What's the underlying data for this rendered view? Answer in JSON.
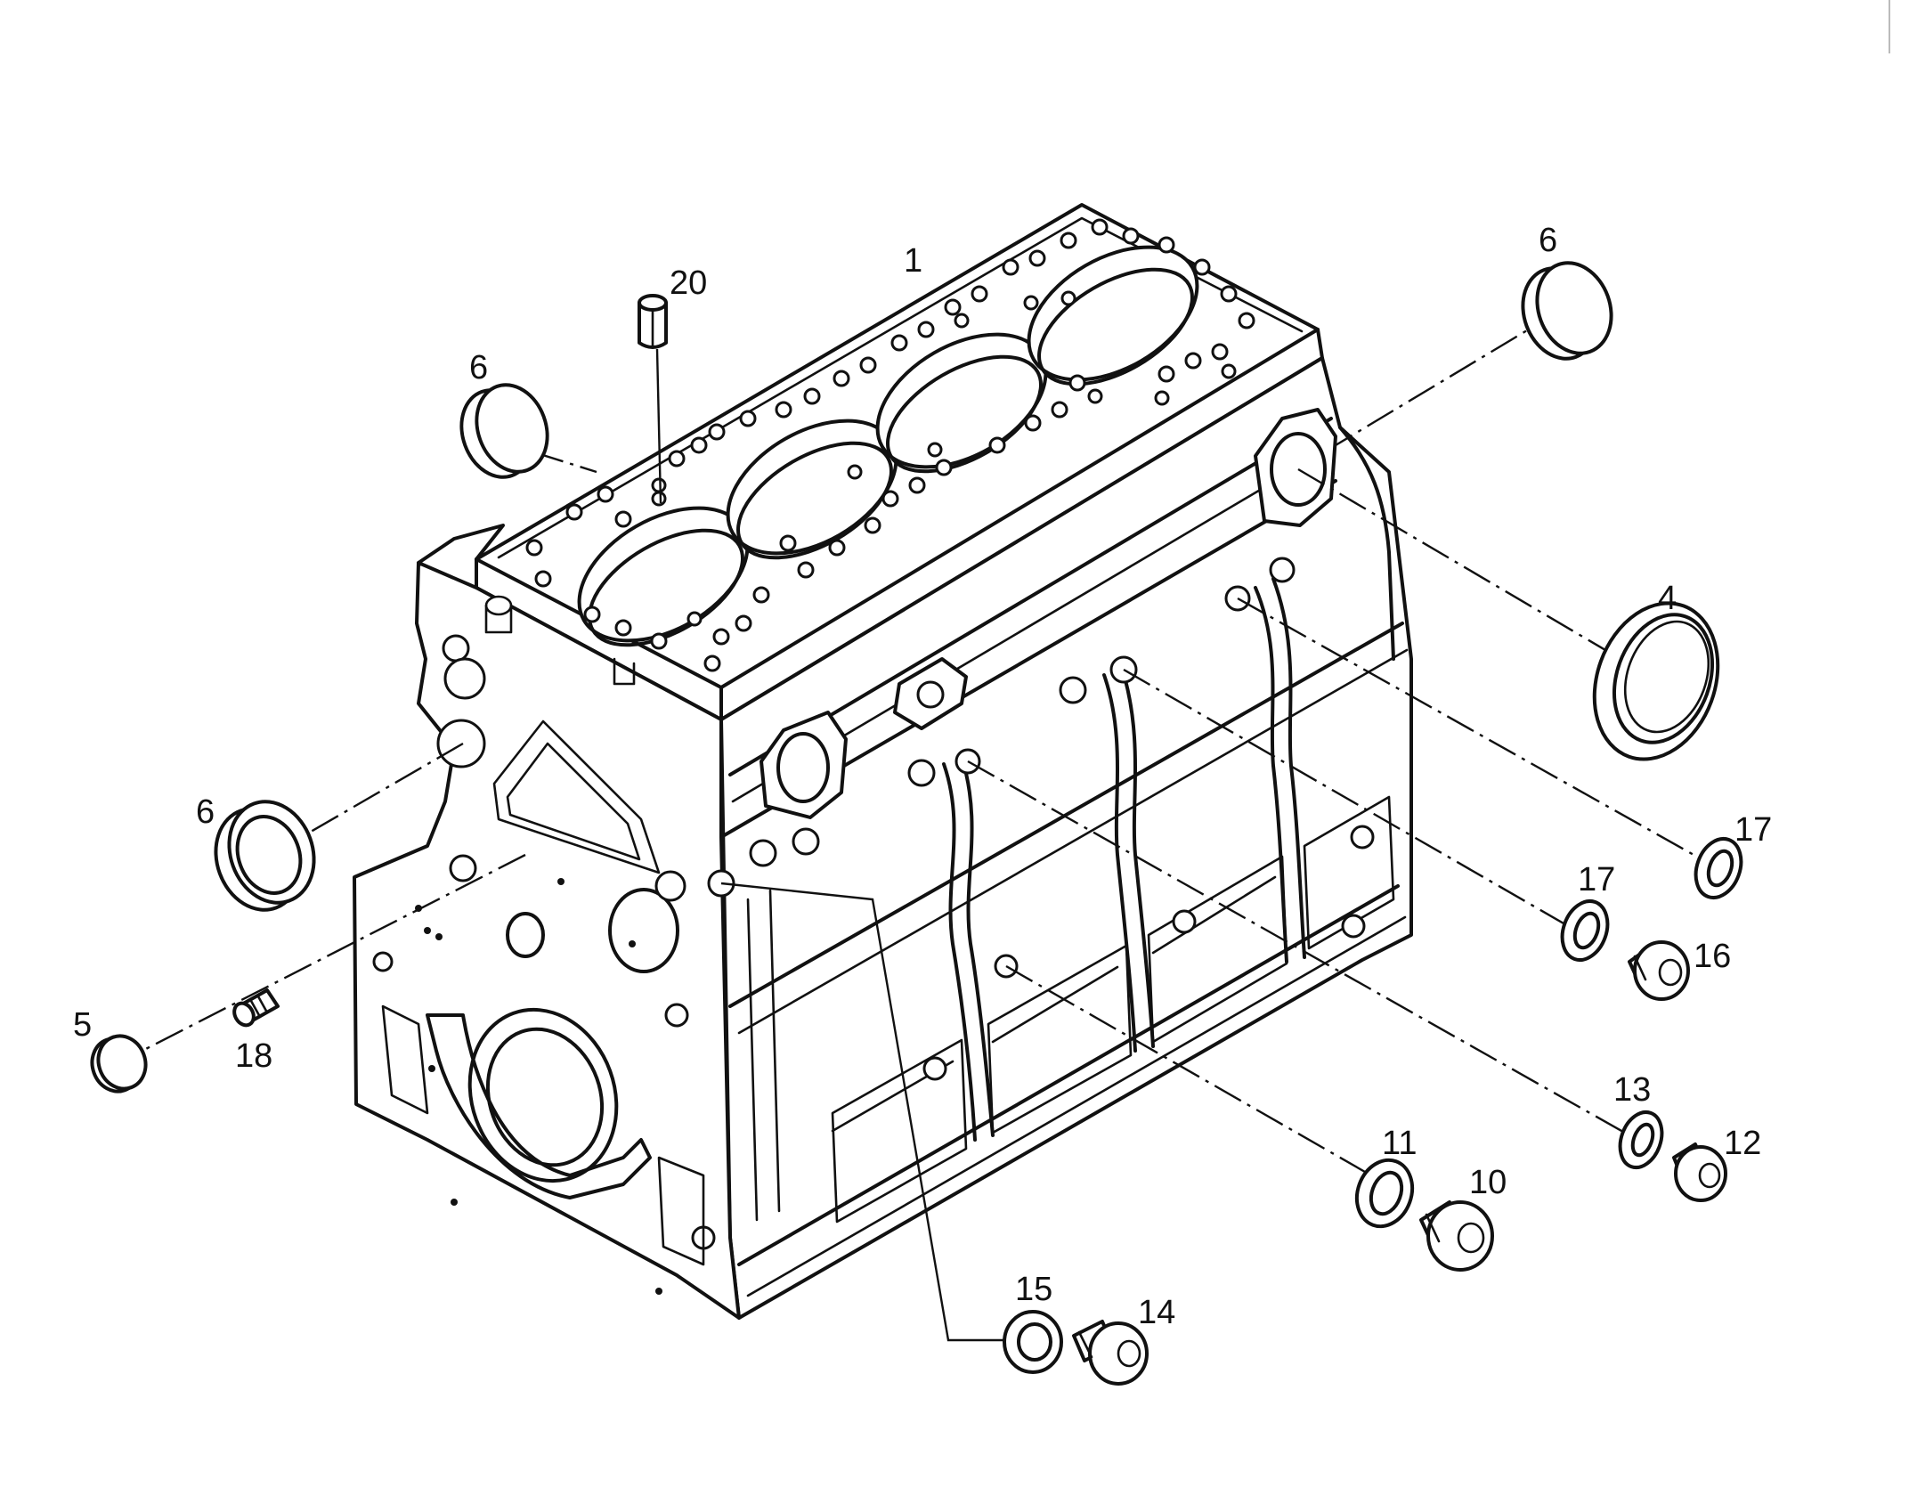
{
  "diagram": {
    "labels": [
      {
        "id": "l1",
        "text": "1"
      },
      {
        "id": "l20",
        "text": "20"
      },
      {
        "id": "l6a",
        "text": "6"
      },
      {
        "id": "l6b",
        "text": "6"
      },
      {
        "id": "l6c",
        "text": "6"
      },
      {
        "id": "l4",
        "text": "4"
      },
      {
        "id": "l17a",
        "text": "17"
      },
      {
        "id": "l17b",
        "text": "17"
      },
      {
        "id": "l16",
        "text": "16"
      },
      {
        "id": "l5",
        "text": "5"
      },
      {
        "id": "l18",
        "text": "18"
      },
      {
        "id": "l13",
        "text": "13"
      },
      {
        "id": "l12",
        "text": "12"
      },
      {
        "id": "l11",
        "text": "11"
      },
      {
        "id": "l10",
        "text": "10"
      },
      {
        "id": "l15",
        "text": "15"
      },
      {
        "id": "l14",
        "text": "14"
      }
    ]
  }
}
